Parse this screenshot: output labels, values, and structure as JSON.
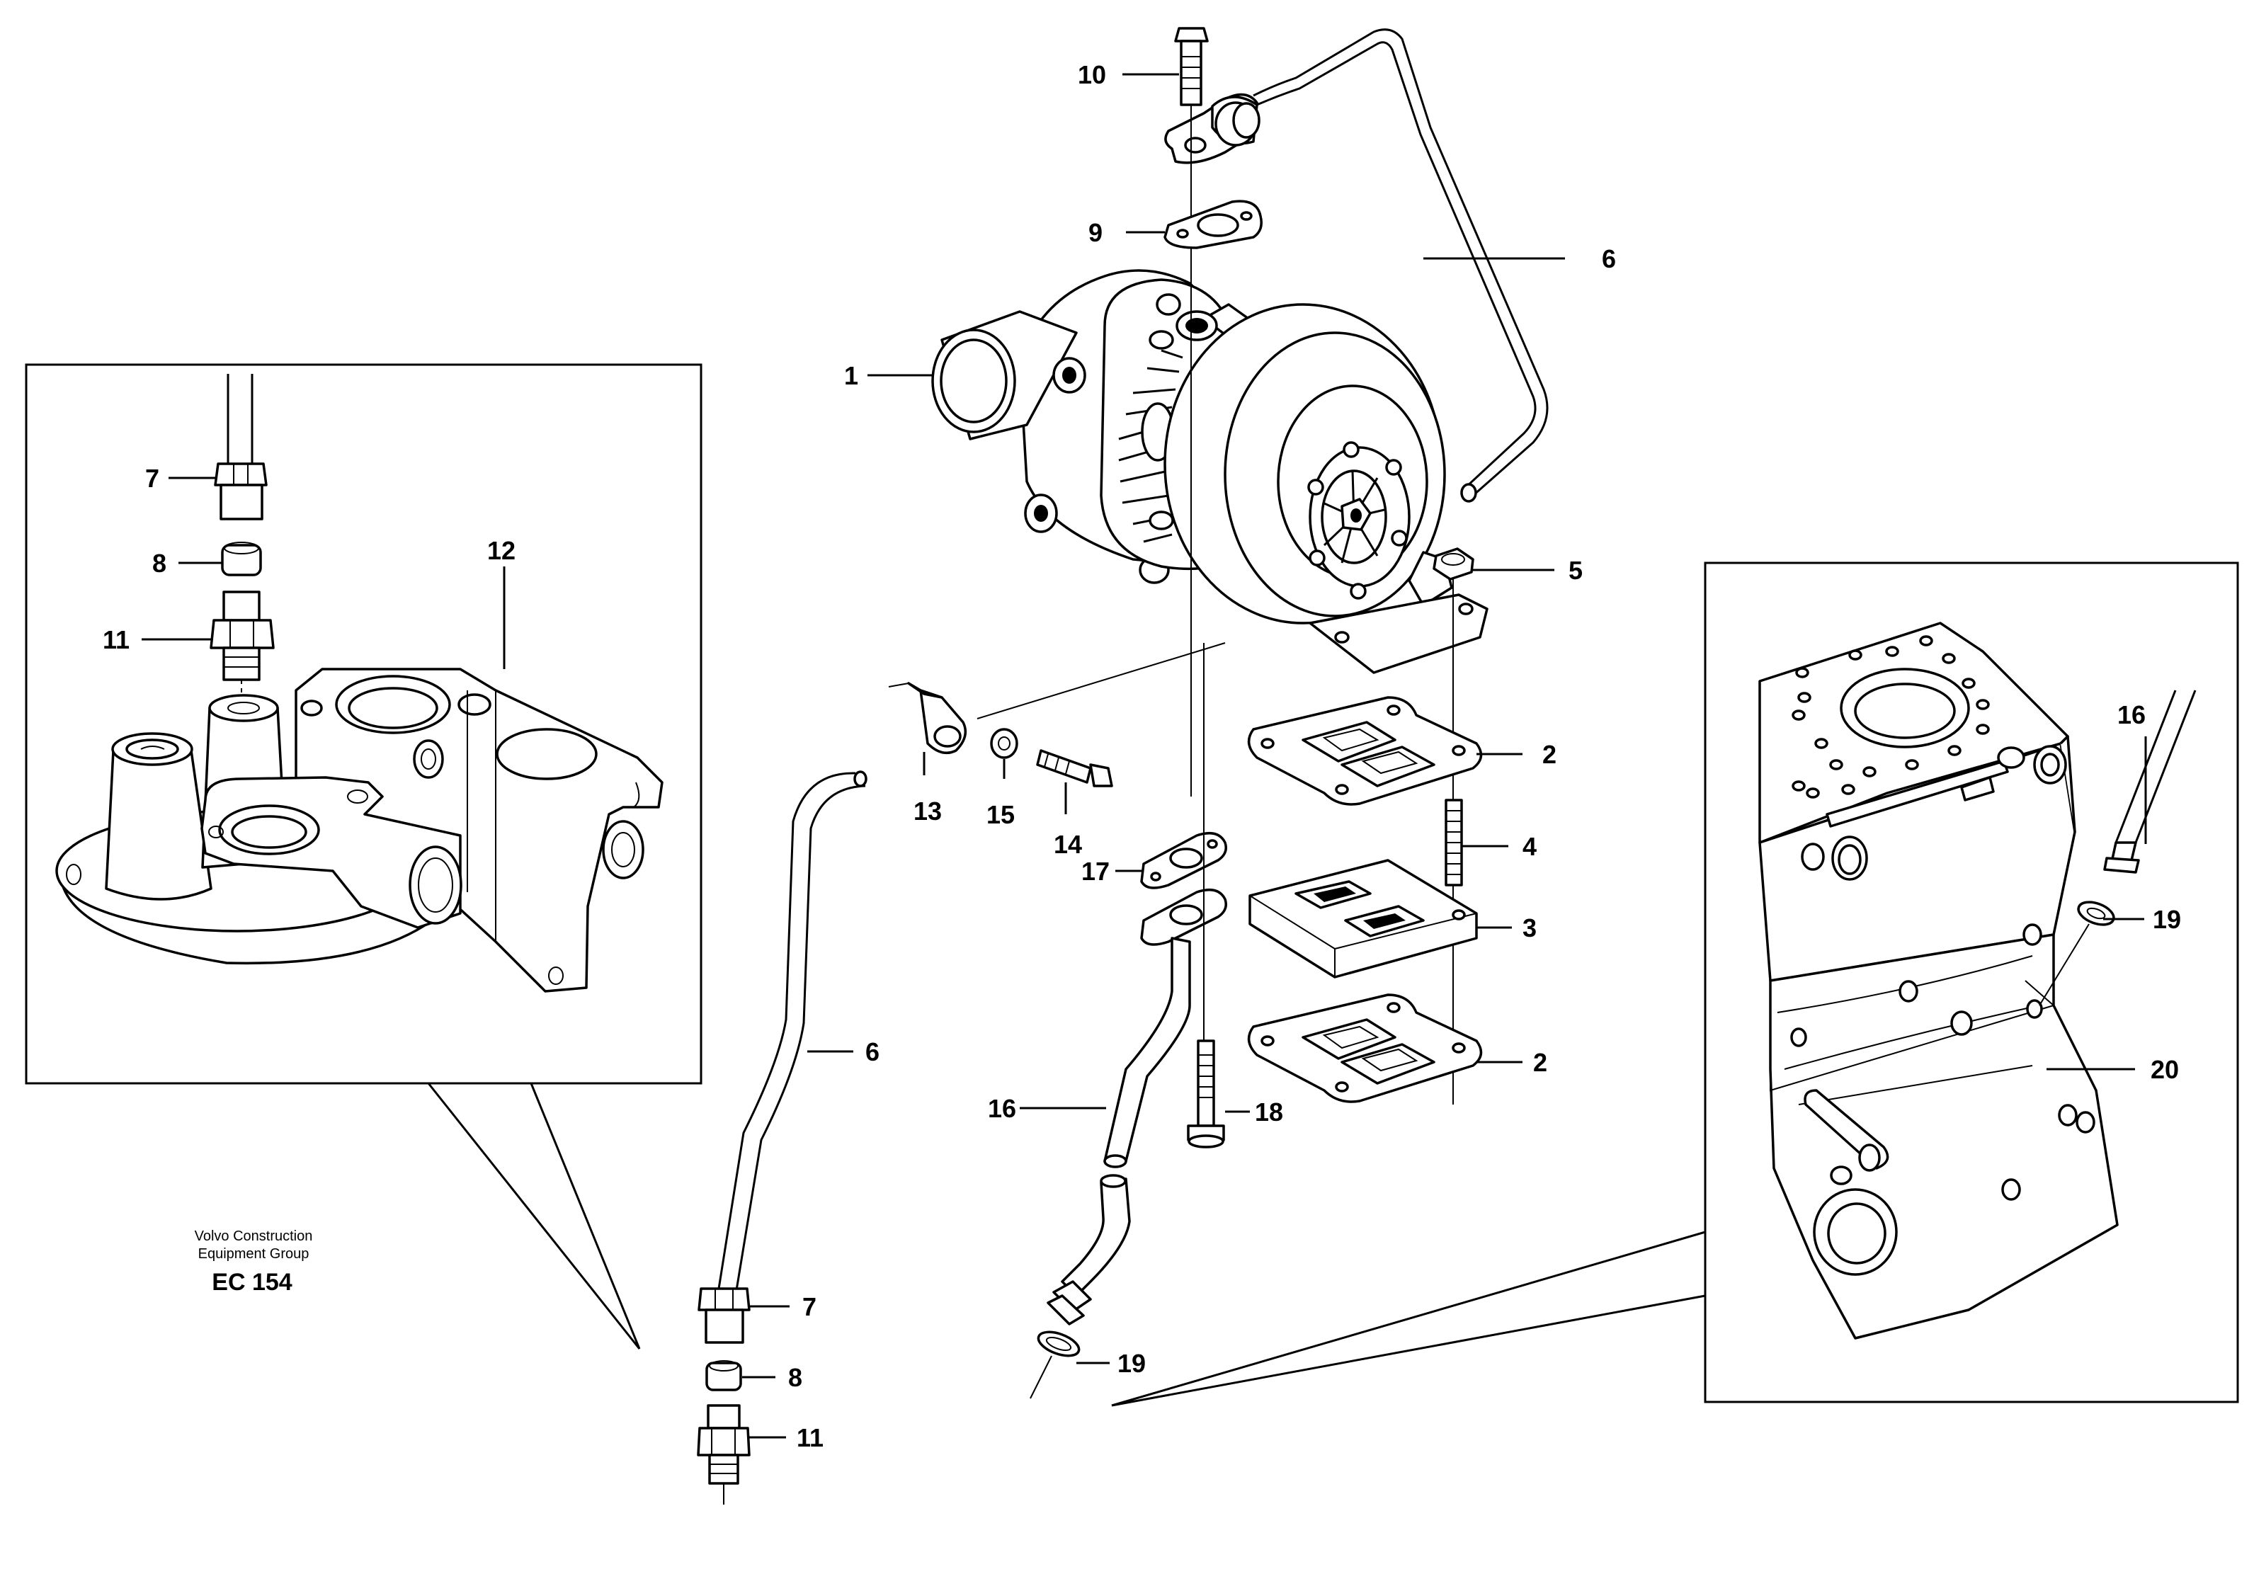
{
  "callouts": {
    "c1": "1",
    "c2a": "2",
    "c2b": "2",
    "c3": "3",
    "c4": "4",
    "c5": "5",
    "c6_top": "6",
    "c6_mid": "6",
    "c7_inset": "7",
    "c7_main": "7",
    "c8_inset": "8",
    "c8_main": "8",
    "c9": "9",
    "c10": "10",
    "c11_inset": "11",
    "c11_main": "11",
    "c12": "12",
    "c13": "13",
    "c14": "14",
    "c15": "15",
    "c16_main": "16",
    "c16_inset": "16",
    "c17": "17",
    "c18": "18",
    "c19_main": "19",
    "c19_inset": "19",
    "c20": "20"
  },
  "credit": {
    "line1": "Volvo Construction",
    "line2": "Equipment Group",
    "code": "EC 154"
  }
}
